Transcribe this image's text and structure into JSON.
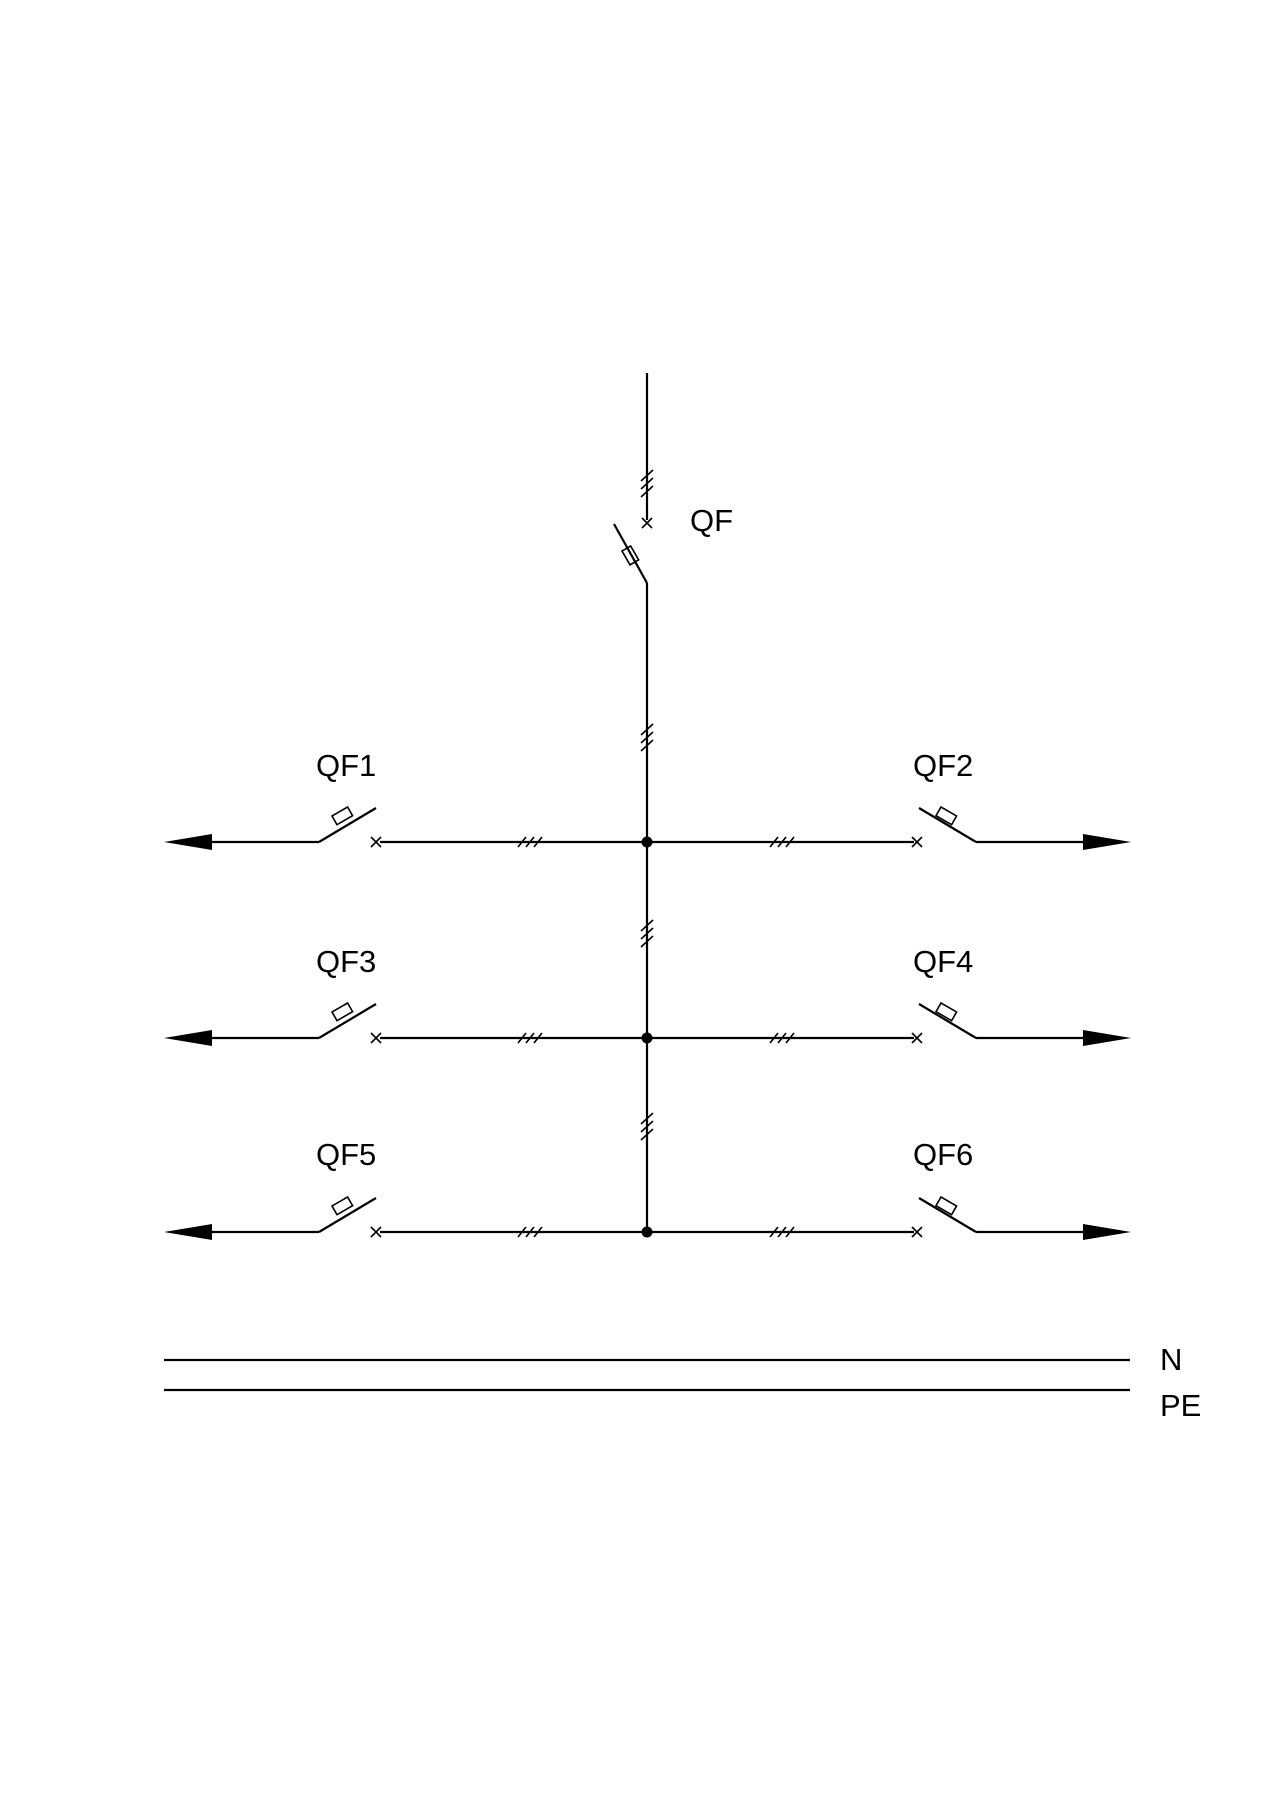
{
  "diagram": {
    "main_breaker": {
      "label": "QF"
    },
    "branches": [
      {
        "label": "QF1"
      },
      {
        "label": "QF2"
      },
      {
        "label": "QF3"
      },
      {
        "label": "QF4"
      },
      {
        "label": "QF5"
      },
      {
        "label": "QF6"
      }
    ],
    "buses": {
      "neutral": "N",
      "protective_earth": "PE"
    },
    "colors": {
      "line": "#000000",
      "background": "#ffffff"
    }
  }
}
